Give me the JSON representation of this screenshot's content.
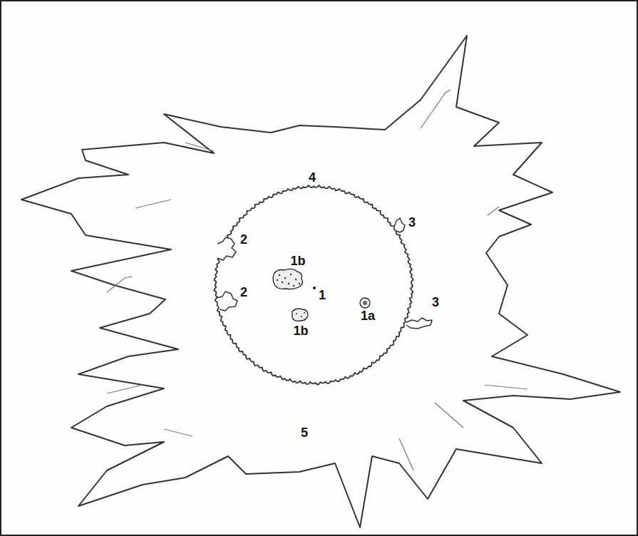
{
  "diagram": {
    "labels": [
      "4",
      "3",
      "2",
      "1b",
      "1",
      "1a",
      "3",
      "2",
      "1b",
      "5"
    ]
  }
}
